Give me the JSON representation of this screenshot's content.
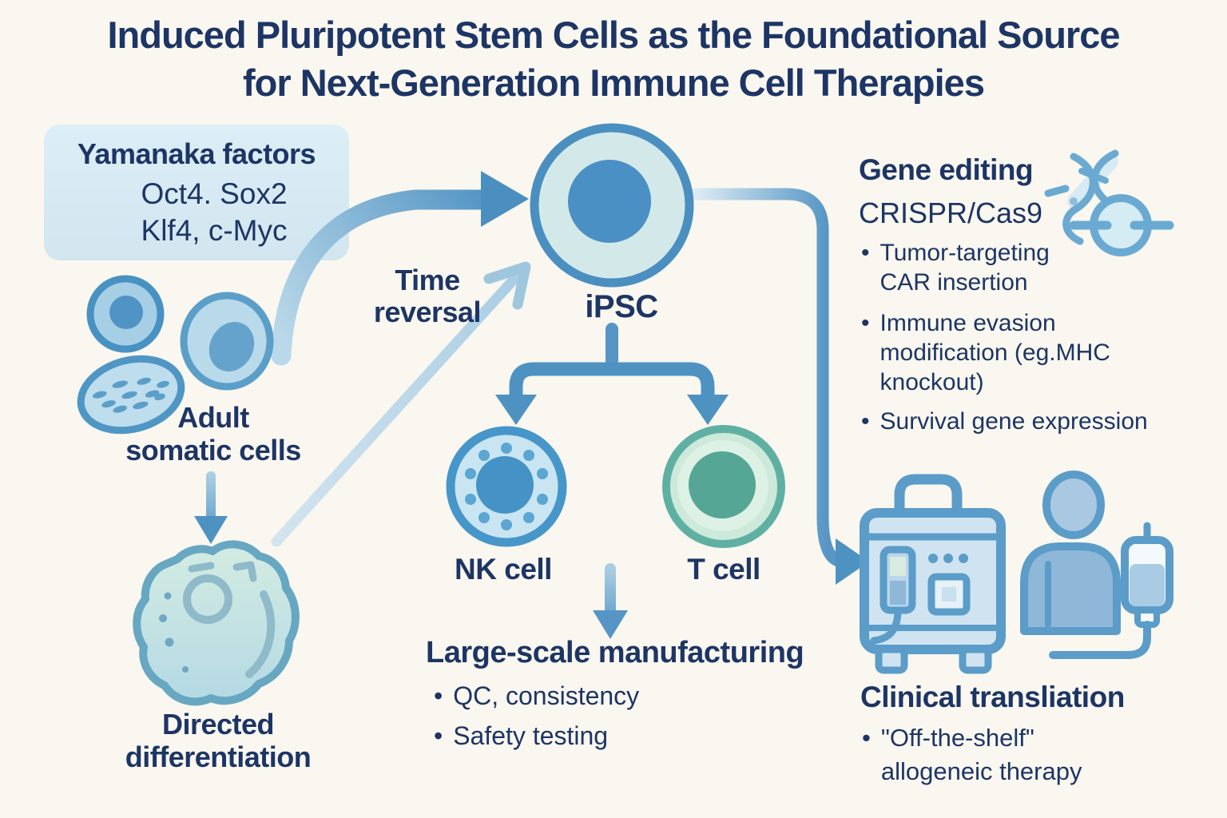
{
  "title": {
    "line1": "Induced Pluripotent Stem Cells as the Foundational Source",
    "line2": "for Next-Generation Immune Cell Therapies"
  },
  "ui": {
    "bullet_char": "•"
  },
  "yamanaka_box": {
    "heading": "Yamanaka factors",
    "factors_line1": "Oct4. Sox2",
    "factors_line2": "Klf4, c-Myc"
  },
  "somatic_cells": {
    "label_line1": "Adult",
    "label_line2": "somatic cells"
  },
  "time_reversal": {
    "line1": "Time",
    "line2": "reversal"
  },
  "ipsc": {
    "label": "iPSC"
  },
  "gene_editing": {
    "heading": "Gene editing",
    "method": "CRISPR/Cas9",
    "bullets": [
      "Tumor-targeting CAR insertion",
      "Immune evasion modification (eg.MHC knockout)",
      "Survival gene expression"
    ]
  },
  "immune_cells": {
    "nk_label": "NK cell",
    "t_label": "T cell"
  },
  "manufacturing": {
    "heading": "Large-scale manufacturing",
    "bullets": [
      "QC, consistency",
      "Safety testing"
    ]
  },
  "directed_differentiation": {
    "line1": "Directed",
    "line2": "differentiation"
  },
  "clinical_translation": {
    "heading": "Clinical transliation",
    "bullets": [
      "\"Off-the-shelf\" allogeneic therapy"
    ]
  },
  "colors": {
    "background": "#f9f7ef",
    "text_navy": "#1d3565",
    "arrow_blue": "#4e92c2",
    "arrow_light": "#b5d3e6",
    "yamanaka_box_fill": "#d8eaf3",
    "ipsc_nucleus": "#4a90c4",
    "ipsc_cytoplasm": "#d3e9e9",
    "nk_blue": "#4796c9",
    "t_cell_teal": "#5fb0a3",
    "icon_stroke": "#5b9cc9"
  }
}
